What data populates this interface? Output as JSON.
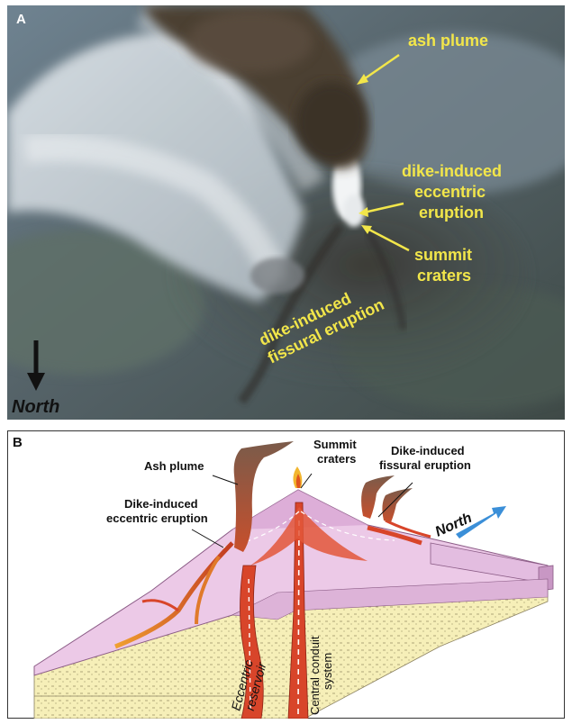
{
  "panel_a": {
    "letter": "A",
    "labels": {
      "ash_plume": "ash plume",
      "eccentric_line1": "dike-induced",
      "eccentric_line2": "eccentric",
      "eccentric_line3": "eruption",
      "summit_line1": "summit",
      "summit_line2": "craters",
      "fissural_line1": "dike-induced",
      "fissural_line2": "fissural eruption",
      "north": "North"
    },
    "colors": {
      "label": "#f2e64a",
      "arrow": "#f2e64a"
    }
  },
  "panel_b": {
    "letter": "B",
    "labels": {
      "ash_plume": "Ash plume",
      "summit_line1": "Summit",
      "summit_line2": "craters",
      "fissural_line1": "Dike-induced",
      "fissural_line2": "fissural eruption",
      "eccentric_line1": "Dike-induced",
      "eccentric_line2": "eccentric eruption",
      "north": "North",
      "reservoir_line1": "Eccentric",
      "reservoir_line2": "reservoir",
      "conduit_line1": "Central conduit",
      "conduit_line2": "system"
    },
    "colors": {
      "magma": "#d8452a",
      "surface": "#e9c6e4",
      "basement": "#f6efb8",
      "north_arrow": "#3b8fd8"
    }
  }
}
